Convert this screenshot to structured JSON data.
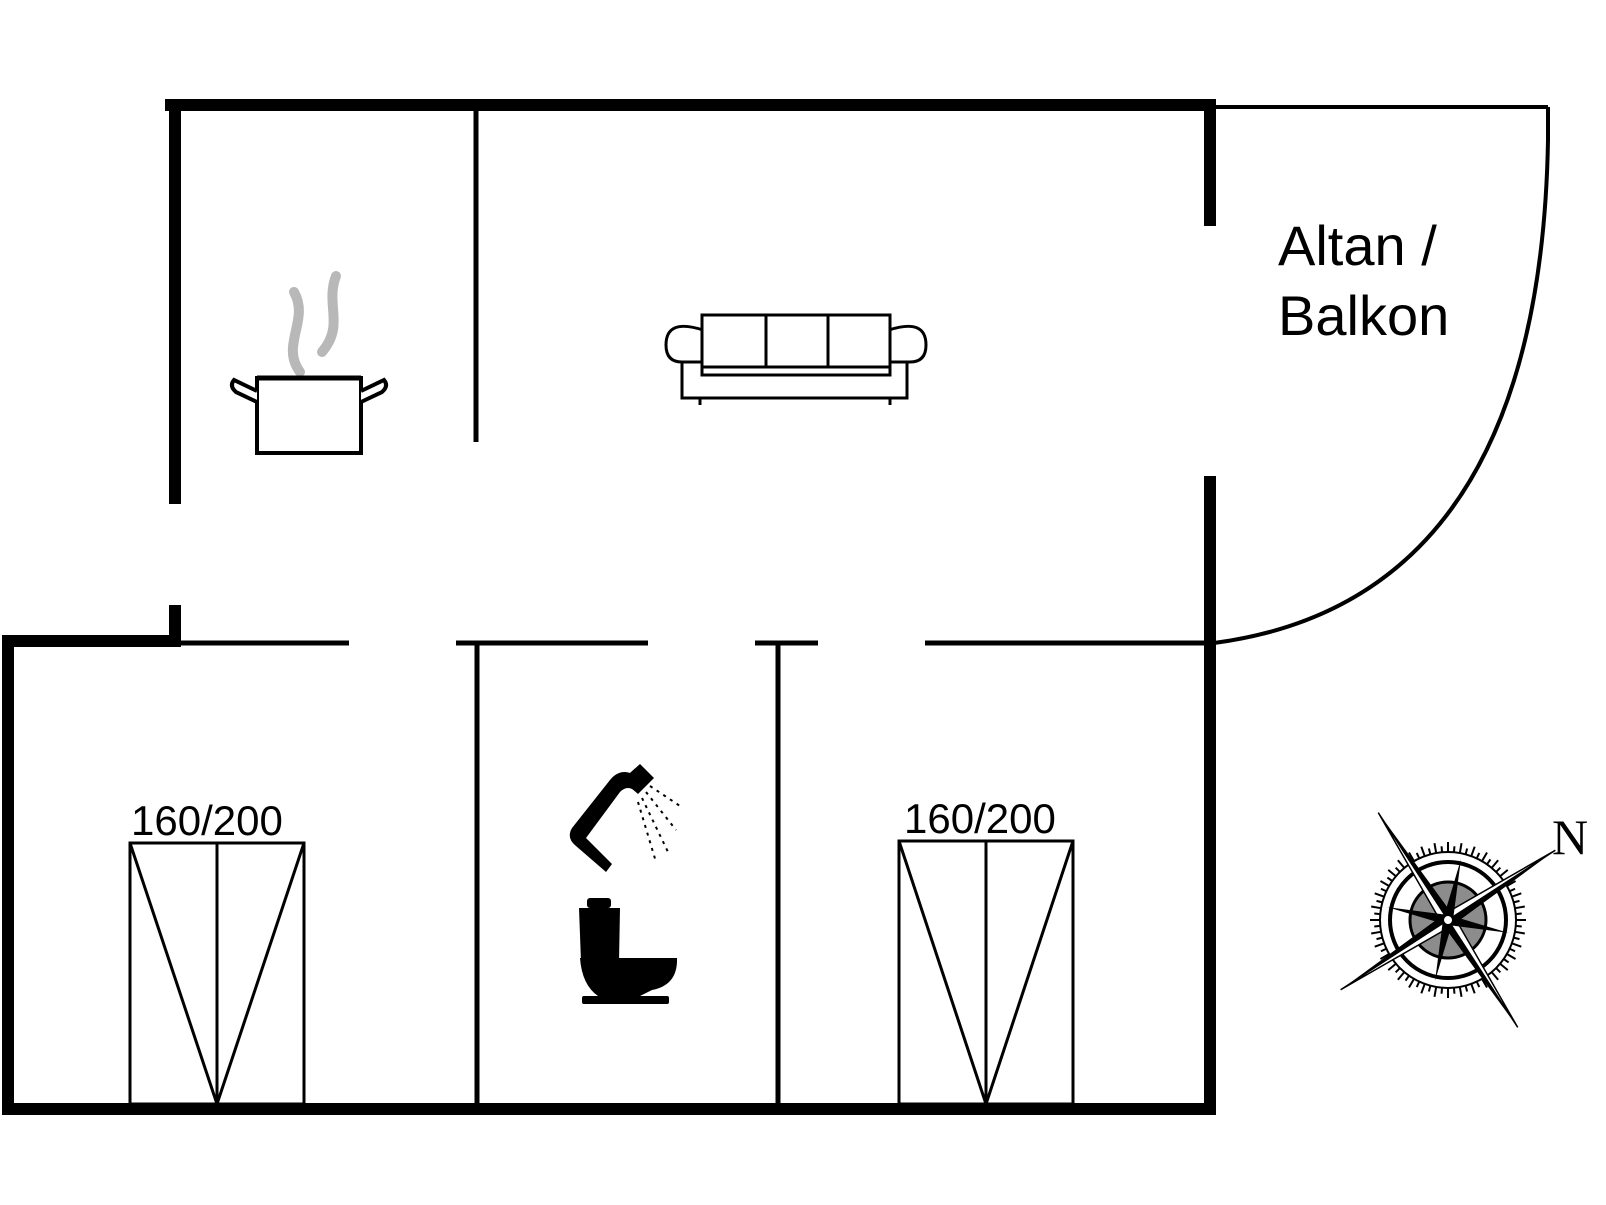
{
  "colors": {
    "wall": "#000000",
    "steam": "#b8b8b8",
    "background": "#ffffff"
  },
  "balcony": {
    "line1": "Altan /",
    "line2": "Balkon"
  },
  "bedrooms": [
    {
      "bed_size": "160/200"
    },
    {
      "bed_size": "160/200"
    }
  ],
  "compass": {
    "north_label": "N"
  },
  "icons": {
    "kitchen": "cooking-pot-icon",
    "living": "sofa-icon",
    "bath_shower": "shower-icon",
    "bath_toilet": "toilet-icon",
    "compass": "compass-rose-icon"
  }
}
